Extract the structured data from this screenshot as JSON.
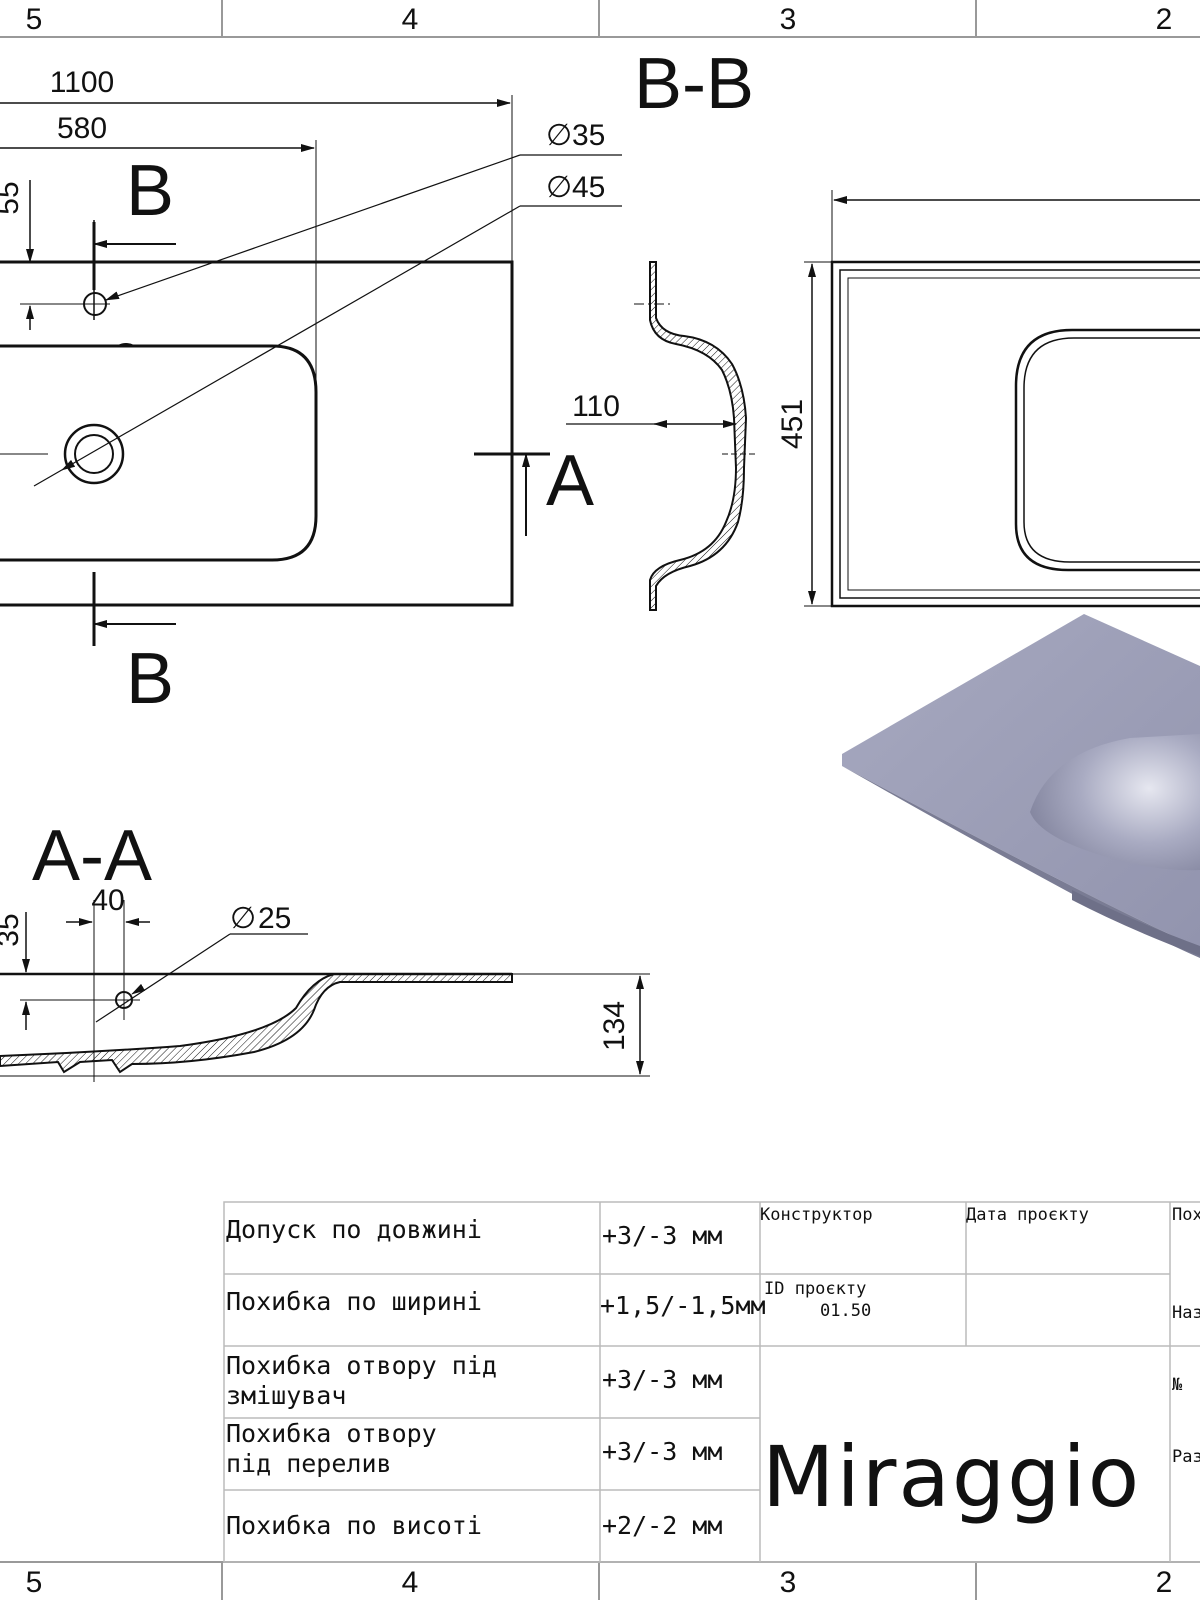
{
  "zones": [
    "5",
    "4",
    "3",
    "2"
  ],
  "sections": {
    "bb": "B-B",
    "aa": "A-A",
    "b_label": "B",
    "a_label": "A"
  },
  "dims": {
    "length": "1100",
    "hole_offset": "580",
    "mixer_diameter": "35",
    "drain_diameter": "45",
    "edge_offset": "55",
    "bowl_depth_bb": "110",
    "width": "451",
    "hole_spacing": "40",
    "overflow_diameter": "25",
    "edge_offset_aa": "35",
    "height": "134",
    "diameter_symbol": "∅"
  },
  "tolerances": [
    {
      "label": "Допуск по довжині",
      "value": "+3/-3 мм"
    },
    {
      "label": "Похибка по ширині",
      "value": "+1,5/-1,5мм"
    },
    {
      "label": "Похибка отвору під змішувач",
      "value": "+3/-3 мм"
    },
    {
      "label": "Похибка отвору під перелив",
      "value": "+3/-3 мм"
    },
    {
      "label": "Похибка по висоті",
      "value": "+2/-2 мм"
    }
  ],
  "title_block": {
    "designer_label": "Конструктор",
    "date_label": "Дата проєкту",
    "project_id_label": "ID проєкту",
    "project_id": "01.50",
    "brand": "Miraggio",
    "right_col": [
      "Пох",
      "Наз",
      "№",
      "Раз"
    ]
  },
  "colors": {
    "ink": "#111111",
    "render": "#9a9cb6",
    "render_light": "#b6b8cc",
    "render_dark": "#6e7088"
  }
}
